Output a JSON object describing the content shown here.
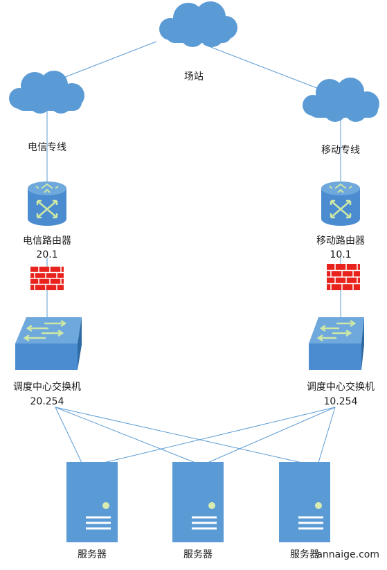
{
  "colors": {
    "cloud": "#5b9bd5",
    "device_body": "#4a8ccf",
    "device_top": "#6ea8dc",
    "device_side": "#2f6aa3",
    "arrow": "#cfe8a5",
    "link_line": "#5b9bd5",
    "firewall_brick": "#e8231d",
    "firewall_mortar": "#ffffff",
    "server_body": "#5b9bd5",
    "server_led": "#d9ecb0"
  },
  "labels": {
    "site": "场站",
    "telecom_line": "电信专线",
    "mobile_line": "移动专线",
    "telecom_router": "电信路由器",
    "telecom_router_ip": "20.1",
    "mobile_router": "移动路由器",
    "mobile_router_ip": "10.1",
    "switch_left": "调度中心交换机",
    "switch_left_ip": "20.254",
    "switch_right": "调度中心交换机",
    "switch_right_ip": "10.254",
    "server_1": "服务器",
    "server_2": "服务器",
    "server_3": "服务器",
    "watermark": "annaige.com"
  },
  "icons": {
    "top_cloud": "cloud-icon",
    "left_cloud": "cloud-icon",
    "right_cloud": "cloud-icon",
    "router": "router-icon",
    "firewall": "firewall-icon",
    "switch": "switch-icon",
    "server": "server-icon"
  }
}
